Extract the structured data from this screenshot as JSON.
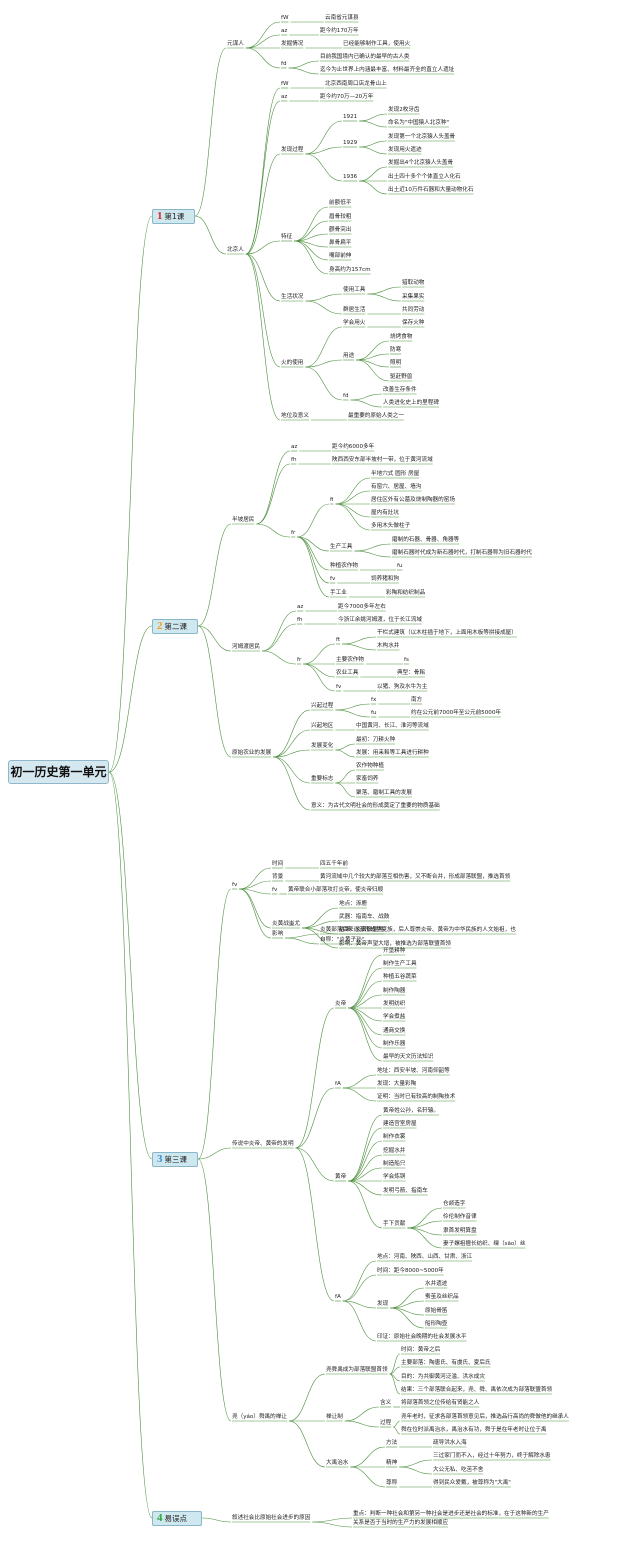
{
  "root": "初一历史第一单元",
  "sections": [
    {
      "num": "1",
      "label": "第1课",
      "color": "#e0262a"
    },
    {
      "num": "2",
      "label": "第二课",
      "color": "#f0a01e"
    },
    {
      "num": "3",
      "label": "第三课",
      "color": "#3a8fd9"
    },
    {
      "num": "4",
      "label": "易误点",
      "color": "#28a839"
    }
  ],
  "nodes": {
    "n1": "元谋人",
    "n2": "fW",
    "n3": "云南省元谋县",
    "n4": "az",
    "n5": "距今约170万年",
    "n6": "发掘情况",
    "n7": "已经能够制作工具，使用火",
    "n8": "fd",
    "n9": "目前我国境内已确认的最早的古人类",
    "n10": "迄今为止世界上内涵最丰富、材料最齐全的直立人遗址",
    "n11": "北京人",
    "n12": "fW",
    "n13": "北京西南周口店龙骨山上",
    "n14": "az",
    "n15": "距今约70万—20万年",
    "n16": "发现过程",
    "n17": "1921",
    "n18": "发现2枚牙齿",
    "n19": "命名为\"中国猿人北京种\"",
    "n20": "1929",
    "n21": "发现第一个北京猿人头盖骨",
    "n22": "发现用火遗迹",
    "n23": "1936",
    "n24": "发掘出4个北京猿人头盖骨",
    "n25": "出土四十多个个体直立人化石",
    "n26": "出土近10万件石器和大量动物化石",
    "n27": "特征",
    "n28": "前额低平",
    "n29": "眉骨较粗",
    "n30": "颧骨突出",
    "n31": "鼻骨扁平",
    "n32": "嘴部前伸",
    "n33": "身高约为157cm",
    "n34": "生活状况",
    "n35": "使用工具",
    "n36": "猎取动物",
    "n37": "采集果实",
    "n38": "群居生活",
    "n39": "共同劳动",
    "n40": "火的使用",
    "n41": "学会用火",
    "n42": "保存火种",
    "n43": "用途",
    "n44": "烧烤食物",
    "n45": "防寒",
    "n46": "照明",
    "n47": "驱赶野兽",
    "n48": "fd",
    "n49": "改善生存条件",
    "n50": "人类进化史上的里程碑",
    "n51": "地位及意义",
    "n52": "最重要的原始人类之一",
    "n53": "半坡居民",
    "n54": "az",
    "n55": "距今约6000多年",
    "n56": "fh",
    "n57": "陕西西安东部半坡村一带，位于黄河流域",
    "n58": "fr",
    "n59": "fi",
    "n60": "半地穴式 圆形 房屋",
    "n61": "有窗穴、居屋、墙沟",
    "n62": "居住区外有公墓及烧制陶器的窑场",
    "n63": "屋内有灶坑",
    "n64": "多用木头做柱子",
    "n65": "生产工具",
    "n66": "磨制的石器、骨器、角器等",
    "n67": "磨制石器时代成为新石器时代，打制石器称为旧石器时代",
    "n68": "种植农作物",
    "n69": "fu",
    "n70": "fv",
    "n71": "饲养猪和狗",
    "n72": "手工业",
    "n73": "彩陶和纺织制品",
    "n74": "河姆渡居民",
    "n75": "az",
    "n76": "距今7000多年左右",
    "n77": "fh",
    "n78": "今浙江余姚河姆渡，位于长江流域",
    "n79": "fr",
    "n80": "ft",
    "n81": "干栏式建筑（以木柱插于地下，上面用木板等拼接成屋）",
    "n82": "木构水井",
    "n83": "主要农作物",
    "n84": "fs",
    "n85": "农业工具",
    "n86": "典型：骨耜",
    "n87": "fv",
    "n88": "以猪、狗及水牛为主",
    "n89": "原始农业的发展",
    "n90": "兴起过程",
    "n91": "fx",
    "n92": "南方",
    "n93": "fu",
    "n94": "约在公元前7000年至公元前5000年",
    "n95": "兴起地区",
    "n96": "中国黄河、长江、淮河等流域",
    "n97": "发展变化",
    "n98": "最初：刀耕火种",
    "n99": "发展：用耒耜等工具进行耕种",
    "n100": "重要标志",
    "n101": "农作物种植",
    "n102": "家畜饲养",
    "n103": "聚落、磨制工具的发展",
    "n104": "意义：为古代文明社会的形成奠定了重要的物质基础",
    "n105": "fv",
    "n106": "时间",
    "n107": "四五千年前",
    "n108": "背景",
    "n109": "黄河流域中几个较大的部落互相伤害，又不断合并，形成部落联盟，推选首领",
    "n110": "fv",
    "n111": "黄帝联合小部落攻打炎帝，使炎帝归顺",
    "n112": "炎黄战蚩尤",
    "n113": "地点：涿鹿",
    "n114": "武器：指南车、战鼓",
    "n115": "结果：炎黄联盟胜",
    "n116": "影响：黄帝声望大增，被推选为部落联盟首领",
    "n117": "影响",
    "n118": "炎黄部落后来逐渐形成华夏族，后人尊崇炎帝、黄帝为中华民族的人文始祖，也",
    "n119": "自称：\"炎黄子孙\"",
    "n120": "传说中炎帝、黄帝的发明",
    "n121": "炎帝",
    "n122": "开垦耕种",
    "n123": "制作生产工具",
    "n124": "种植五谷蔬菜",
    "n125": "制作陶器",
    "n126": "发明纺织",
    "n127": "学会煮盐",
    "n128": "通商交换",
    "n129": "制作乐器",
    "n130": "最早的天文历法知识",
    "n131": "fA",
    "n132": "地址：西安半坡、河南仰韶等",
    "n133": "发现：大量彩陶",
    "n134": "证明：当时已有较高的制陶技术",
    "n135": "黄帝",
    "n136": "黄帝姓公孙，名轩辕。",
    "n137": "建造宫室房屋",
    "n138": "制作衣裳",
    "n139": "挖掘水井",
    "n140": "制造船只",
    "n141": "学会炼铜",
    "n142": "发明弓箭、指南车",
    "n143": "手下贡献",
    "n144": "仓颉造字",
    "n145": "伶伦制作音律",
    "n146": "隶首发明算盘",
    "n147": "妻子嫘祖擅长纺织、缫（sāo）丝",
    "n148": "fA",
    "n149": "地点：河南、陕西、山西、甘肃、浙江",
    "n150": "时间：距今8000~5000年",
    "n151": "发现",
    "n152": "水井遗迹",
    "n153": "蚕茧及丝织品",
    "n154": "原始骨笛",
    "n155": "船形陶壶",
    "n156": "印证：原始社会晚期的社会发展水平",
    "n157": "尧（yáo）舜禹的禅让",
    "n158": "尧舜禹成为部落联盟首领",
    "n159": "时间：黄帝之后",
    "n160": "主要部落：陶唐氏、有虞氏、夏后氏",
    "n161": "目的：为共御黄河泛滥、洪水成灾",
    "n162": "结果：三个部落联合起来，尧、舜、禹依次成为部落联盟首领",
    "n163": "禅让制",
    "n164": "含义",
    "n165": "将部落首领之位传给有贤能之人",
    "n166": "过程",
    "n167": "尧年老时，征求各部落首领意见后，推选品行高尚的舜做他的继承人",
    "n168": "舜在位时派禹治水，禹治水有功，舜于是在年老时让位于禹",
    "n169": "大禹治水",
    "n170": "方法",
    "n171": "疏导洪水入海",
    "n172": "精神",
    "n173": "三过家门而不入，经过十年努力，终于解除水患",
    "n174": "大公无私、吃苦不舍",
    "n175": "尊称",
    "n176": "得到民众爱戴，被尊称为\"大禹\"",
    "n177": "叙述社会比原始社会进步的原因",
    "n178": "重点：判断一种社会和第另一种社会是进步还是社会的标准，在于这种新的生产",
    "n179": "关系是否于当时的生产力的发展相顺应"
  }
}
